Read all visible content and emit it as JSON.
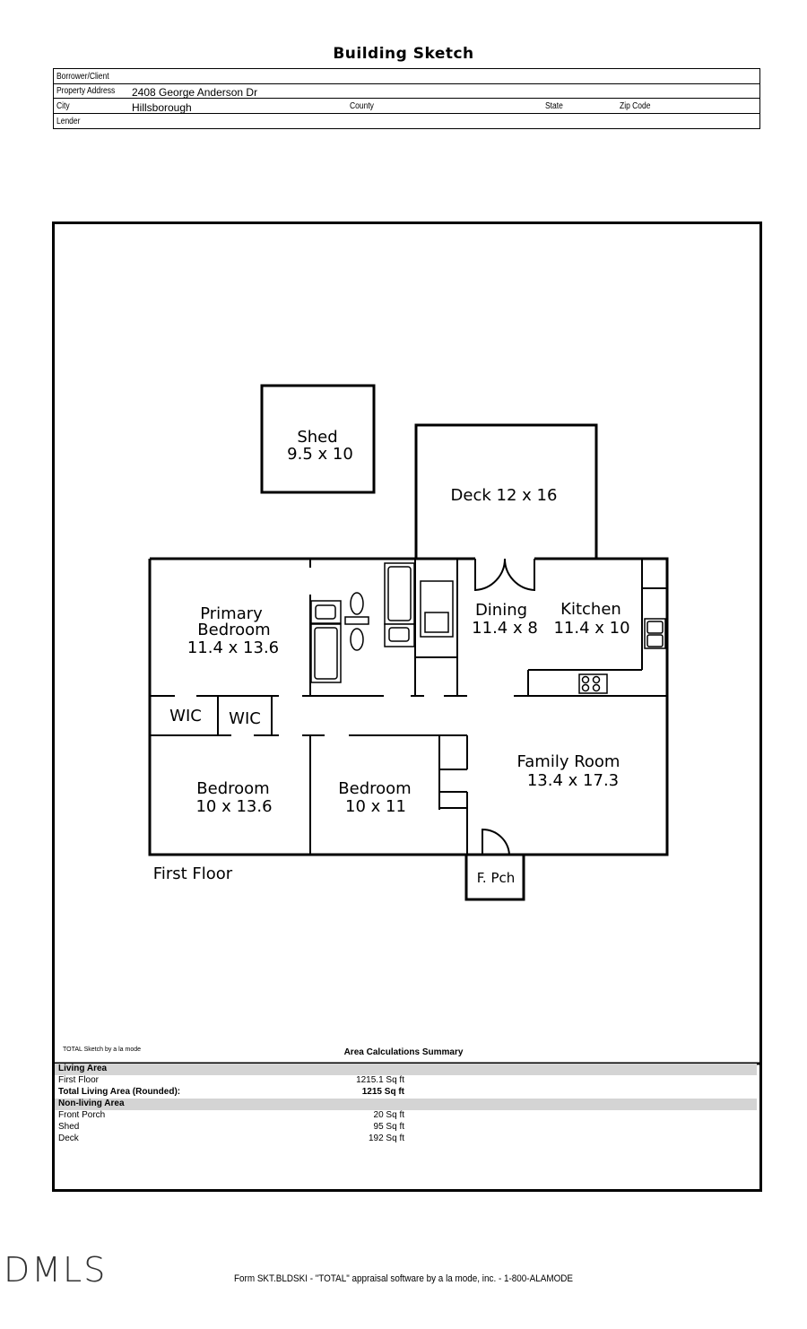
{
  "title": "Building Sketch",
  "info": {
    "borrower_label": "Borrower/Client",
    "borrower_value": "",
    "address_label": "Property Address",
    "address_value": "2408 George Anderson Dr",
    "city_label": "City",
    "city_value": "Hillsborough",
    "county_label": "County",
    "state_label": "State",
    "zip_label": "Zip Code",
    "lender_label": "Lender"
  },
  "rooms": {
    "shed": {
      "name": "Shed",
      "dims": "9.5 x 10"
    },
    "deck": {
      "label": "Deck 12 x 16"
    },
    "primary": {
      "name1": "Primary",
      "name2": "Bedroom",
      "dims": "11.4 x 13.6"
    },
    "dining": {
      "name": "Dining",
      "dims": "11.4 x 8"
    },
    "kitchen": {
      "name": "Kitchen",
      "dims": "11.4 x 10"
    },
    "wic1": "WIC",
    "wic2": "WIC",
    "bedroom1": {
      "name": "Bedroom",
      "dims": "10 x 13.6"
    },
    "bedroom2": {
      "name": "Bedroom",
      "dims": "10 x 11"
    },
    "family": {
      "name": "Family Room",
      "dims": "13.4 x 17.3"
    },
    "porch": "F. Pch",
    "floor_label": "First Floor"
  },
  "credit": "TOTAL Sketch by a la mode",
  "summary": {
    "title": "Area Calculations Summary",
    "living_header": "Living Area",
    "first_floor_label": "First Floor",
    "first_floor_value": "1215.1 Sq ft",
    "total_label": "Total Living Area (Rounded):",
    "total_value": "1215 Sq ft",
    "nonliving_header": "Non-living Area",
    "porch_label": "Front Porch",
    "porch_value": "20 Sq ft",
    "shed_label": "Shed",
    "shed_value": "95 Sq ft",
    "deck_label": "Deck",
    "deck_value": "192 Sq ft"
  },
  "footer": "Form SKT.BLDSKI - \"TOTAL\" appraisal software by a la mode, inc. - 1-800-ALAMODE",
  "logo": "DMLS"
}
